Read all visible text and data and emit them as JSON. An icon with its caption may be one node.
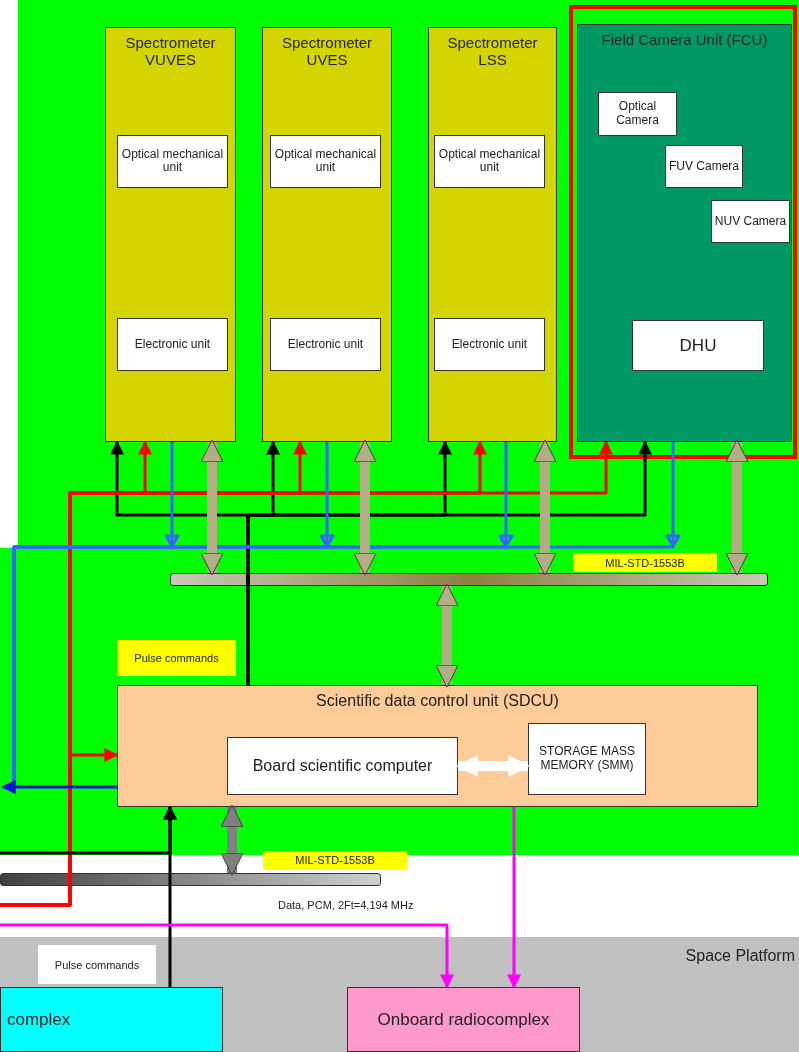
{
  "diagram": {
    "nodes": [
      {
        "text": [
          "Spectrometer VUVES"
        ]
      },
      {
        "text": [
          "Optical mechanical unit"
        ],
        "in": 0
      },
      {
        "text": [
          "Electronic unit"
        ],
        "in": 0
      },
      {
        "text": [
          "Spectrometer UVES"
        ]
      },
      {
        "text": [
          "Optical mechanical unit"
        ],
        "in": 3
      },
      {
        "text": [
          "Electronic unit"
        ],
        "in": 3
      },
      {
        "text": [
          "Spectrometer LSS"
        ]
      },
      {
        "text": [
          "Optical mechanical unit"
        ],
        "in": 6
      },
      {
        "text": [
          "Electronic unit"
        ],
        "in": 6
      },
      {
        "text": [],
        "shape": "box"
      },
      {
        "text": [
          "Field Camera Unit (FCU)"
        ],
        "in": 9
      },
      {
        "text": [
          "Optical Camera"
        ],
        "in": 10
      },
      {
        "text": [
          "FUV Camera"
        ],
        "in": 10
      },
      {
        "text": [
          "NUV Camera"
        ],
        "in": 10
      },
      {
        "text": [
          "DHU"
        ],
        "in": 10
      },
      {
        "text": [],
        "shape": "bar"
      },
      {
        "text": [
          "MIL-STD-1553B"
        ]
      },
      {
        "text": [
          "Pulse commands"
        ]
      },
      {
        "text": [
          "Scientific data control unit (SDCU)"
        ]
      },
      {
        "text": [
          "Board scientific computer"
        ],
        "in": 18
      },
      {
        "text": [
          "STORAGE MASS MEMORY (SMM)"
        ],
        "in": 18
      },
      {
        "text": [],
        "shape": "bar"
      },
      {
        "text": [
          "MIL-STD-1553B"
        ]
      },
      {
        "text": [
          "Space Platform"
        ]
      },
      {
        "text": [
          "Pulse commands"
        ],
        "in": 23
      },
      {
        "text": [
          "complex"
        ],
        "in": 23
      },
      {
        "text": [
          "Onboard radiocomplex"
        ],
        "in": 23
      }
    ],
    "edges": [
      {
        "from": 18,
        "to": 0,
        "arrow": "to"
      },
      {
        "from": 18,
        "to": 3,
        "arrow": "to"
      },
      {
        "from": 18,
        "to": 6,
        "arrow": "to"
      },
      {
        "from": 18,
        "to": 10,
        "arrow": "to"
      },
      {
        "from": null,
        "to": 0,
        "arrow": "to",
        "color": "#ff0000"
      },
      {
        "from": null,
        "to": 3,
        "arrow": "to",
        "color": "#ff0000"
      },
      {
        "from": null,
        "to": 6,
        "arrow": "to",
        "color": "#ff0000"
      },
      {
        "from": null,
        "to": 10,
        "arrow": "to",
        "color": "#ff0000"
      },
      {
        "from": null,
        "to": 18,
        "arrow": "to",
        "color": "#ff0000"
      },
      {
        "from": 0,
        "to": null,
        "arrow": "to",
        "color": "#3366ff"
      },
      {
        "from": 3,
        "to": null,
        "arrow": "to",
        "color": "#3366ff"
      },
      {
        "from": 6,
        "to": null,
        "arrow": "to",
        "color": "#3366ff"
      },
      {
        "from": 10,
        "to": null,
        "arrow": "to",
        "color": "#3366ff"
      },
      {
        "from": 18,
        "to": null,
        "arrow": "to",
        "color": "#0a14d0"
      },
      {
        "from": 0,
        "to": 15,
        "arrow": "both",
        "style": "thick",
        "color": "#b3ad85"
      },
      {
        "from": 3,
        "to": 15,
        "arrow": "both",
        "style": "thick",
        "color": "#b3ad85"
      },
      {
        "from": 6,
        "to": 15,
        "arrow": "both",
        "style": "thick",
        "color": "#b3ad85"
      },
      {
        "from": 10,
        "to": 15,
        "arrow": "both",
        "style": "thick",
        "color": "#b3ad85"
      },
      {
        "from": 15,
        "to": 18,
        "arrow": "both",
        "style": "thick",
        "color": "#b3ad85"
      },
      {
        "from": 18,
        "to": 21,
        "arrow": "both",
        "style": "thick",
        "color": "#808080"
      },
      {
        "from": 19,
        "to": 20,
        "arrow": "both",
        "style": "thick",
        "color": "#ffffff"
      },
      {
        "from": 25,
        "to": 18,
        "arrow": "to"
      },
      {
        "from": null,
        "to": 18,
        "arrow": "to"
      },
      {
        "from": 18,
        "to": 26,
        "arrow": "to",
        "color": "#ff00ff"
      },
      {
        "from": null,
        "to": 26,
        "arrow": "to",
        "color": "#ff00ff"
      }
    ],
    "labels": [
      "Data, PCM, 2Ft=4,194 MHz"
    ]
  }
}
